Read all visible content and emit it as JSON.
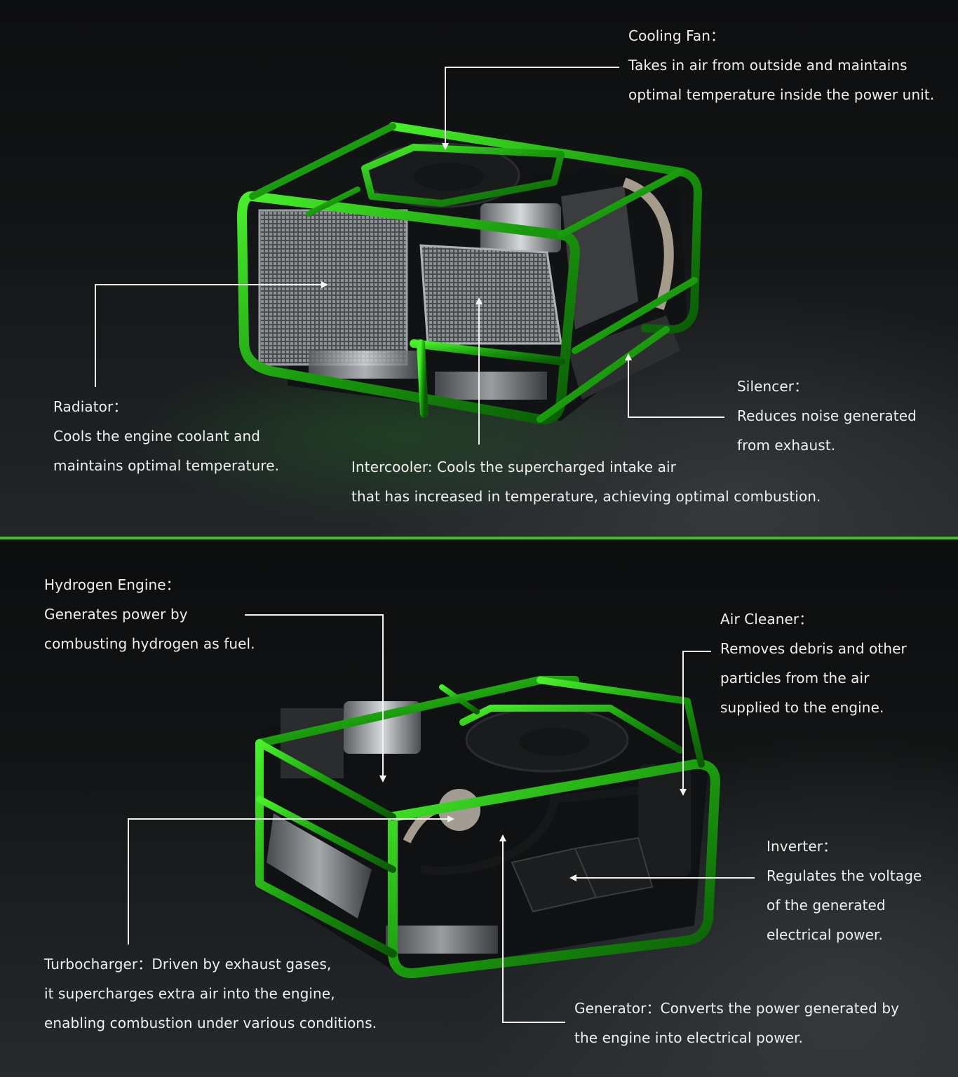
{
  "theme": {
    "frame_green": "#2fd11a",
    "frame_dark_green": "#0f6b09",
    "divider_green": "#4cd62c",
    "text_color": "#f0f0f0",
    "background": "#0c0d0e"
  },
  "top_view": {
    "callouts": {
      "cooling_fan": {
        "title": "Cooling Fan：",
        "lines": [
          "Takes in air from outside and maintains",
          "optimal temperature inside the power unit."
        ]
      },
      "radiator": {
        "title": "Radiator：",
        "lines": [
          "Cools the engine coolant and",
          "maintains optimal temperature."
        ]
      },
      "silencer": {
        "title": "Silencer：",
        "lines": [
          "Reduces noise generated",
          "from exhaust."
        ]
      },
      "intercooler": {
        "lines": [
          "Intercooler: Cools the supercharged intake air",
          "that has increased in temperature, achieving optimal combustion."
        ]
      }
    }
  },
  "bottom_view": {
    "callouts": {
      "hydrogen_engine": {
        "title": "Hydrogen Engine：",
        "lines": [
          "Generates power by",
          "combusting hydrogen as fuel."
        ]
      },
      "air_cleaner": {
        "title": "Air Cleaner：",
        "lines": [
          "Removes debris and other",
          "particles from the air",
          "supplied to the engine."
        ]
      },
      "inverter": {
        "title": "Inverter：",
        "lines": [
          "Regulates the voltage",
          "of the generated",
          "electrical power."
        ]
      },
      "turbocharger": {
        "lines": [
          "Turbocharger：Driven by exhaust gases,",
          "it supercharges extra air into the engine,",
          "enabling combustion under various conditions."
        ]
      },
      "generator": {
        "lines": [
          "Generator：Converts the power generated by",
          "the engine into electrical power."
        ]
      }
    }
  }
}
